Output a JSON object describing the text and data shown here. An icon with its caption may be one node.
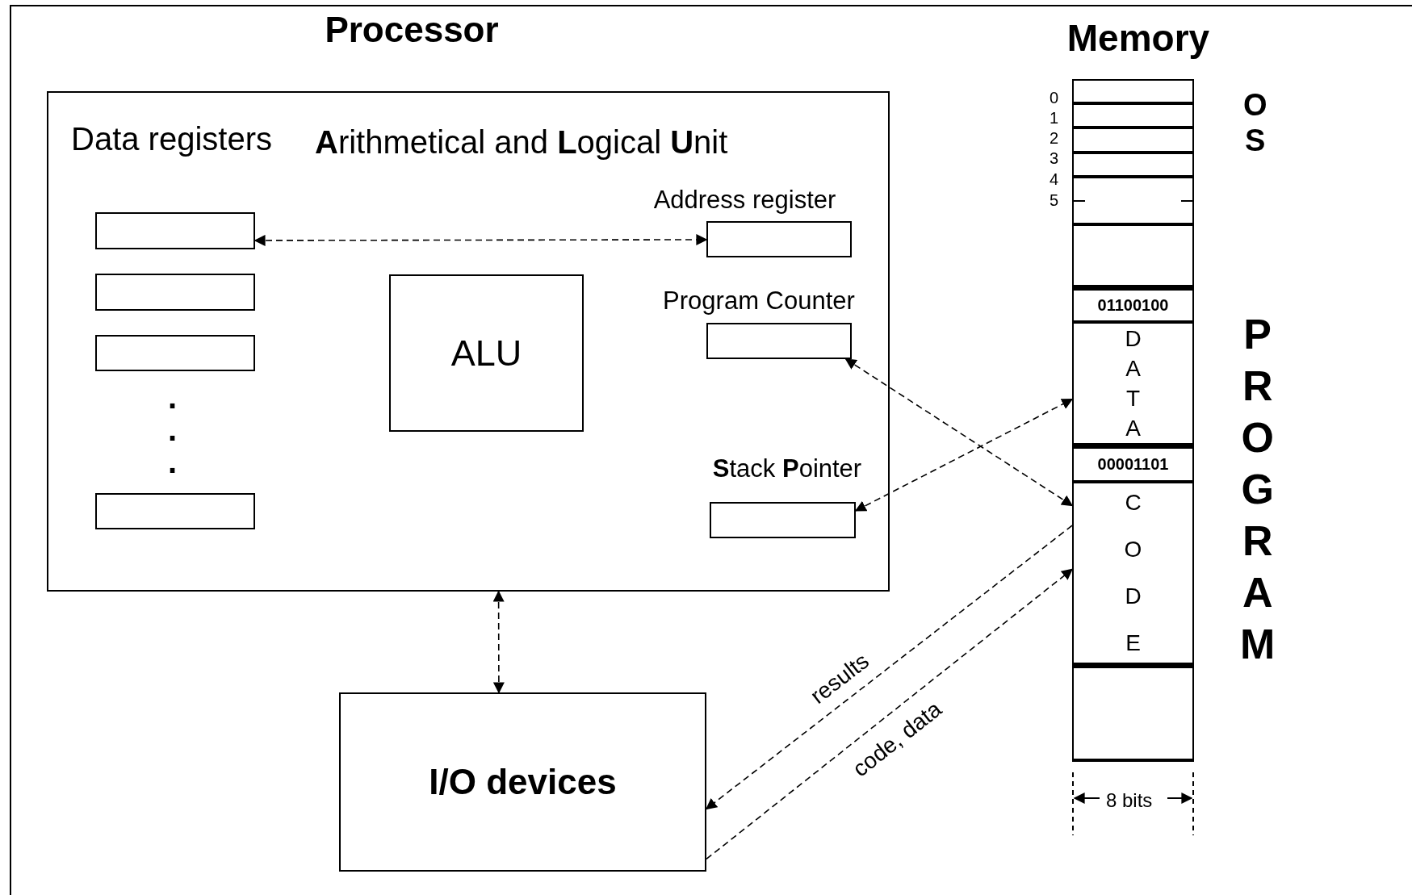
{
  "diagram": {
    "nodes": [
      {
        "text": [
          "Processor"
        ]
      },
      {
        "text": [],
        "shape": "box",
        "in": 0
      },
      {
        "text": [],
        "shape": "box",
        "in": 0
      },
      {
        "text": [],
        "shape": "box",
        "in": 0
      },
      {
        "text": [],
        "shape": "box",
        "in": 0
      },
      {
        "text": [
          "ALU"
        ],
        "in": 0
      },
      {
        "text": [
          "Address register"
        ],
        "in": 0
      },
      {
        "text": [
          "Program Counter"
        ],
        "in": 0
      },
      {
        "text": [
          "**S**tack **P**ointer"
        ],
        "in": 0
      },
      {
        "text": [
          "I/O devices"
        ]
      },
      {
        "text": [
          "Memory"
        ]
      },
      {
        "text": [],
        "shape": "box",
        "in": 10
      },
      {
        "text": [],
        "shape": "box",
        "in": 10
      },
      {
        "text": [],
        "shape": "box",
        "in": 10
      },
      {
        "text": [],
        "shape": "box",
        "in": 10
      },
      {
        "text": [],
        "shape": "box",
        "in": 10
      },
      {
        "text": [],
        "shape": "box",
        "in": 10
      },
      {
        "text": [
          "01100100"
        ],
        "in": 10
      },
      {
        "text": [
          "D A T A"
        ],
        "in": 10
      },
      {
        "text": [
          "00001101"
        ],
        "in": 10
      },
      {
        "text": [
          "C O D E"
        ],
        "in": 10
      },
      {
        "text": [],
        "shape": "box",
        "in": 10
      }
    ],
    "edges": [
      {
        "from": 1,
        "to": 6,
        "arrow": "both",
        "style": "dashed"
      },
      {
        "from": 7,
        "to": 20,
        "arrow": "both",
        "style": "dashed"
      },
      {
        "from": 8,
        "to": 18,
        "arrow": "both",
        "style": "dashed"
      },
      {
        "from": 0,
        "to": 9,
        "arrow": "both",
        "style": "dashed"
      },
      {
        "from": 20,
        "to": 9,
        "arrow": "to",
        "style": "dashed",
        "label": "results"
      },
      {
        "from": 9,
        "to": 20,
        "arrow": "to",
        "style": "dashed",
        "label": "code, data"
      }
    ],
    "labels": [
      "Data registers",
      "**A**rithmetical and **L**ogical **U**nit",
      ".",
      ".",
      ".",
      "0",
      "1",
      "2",
      "3",
      "4",
      "5",
      "O S",
      "P R O G R A M",
      "8 bits"
    ]
  }
}
